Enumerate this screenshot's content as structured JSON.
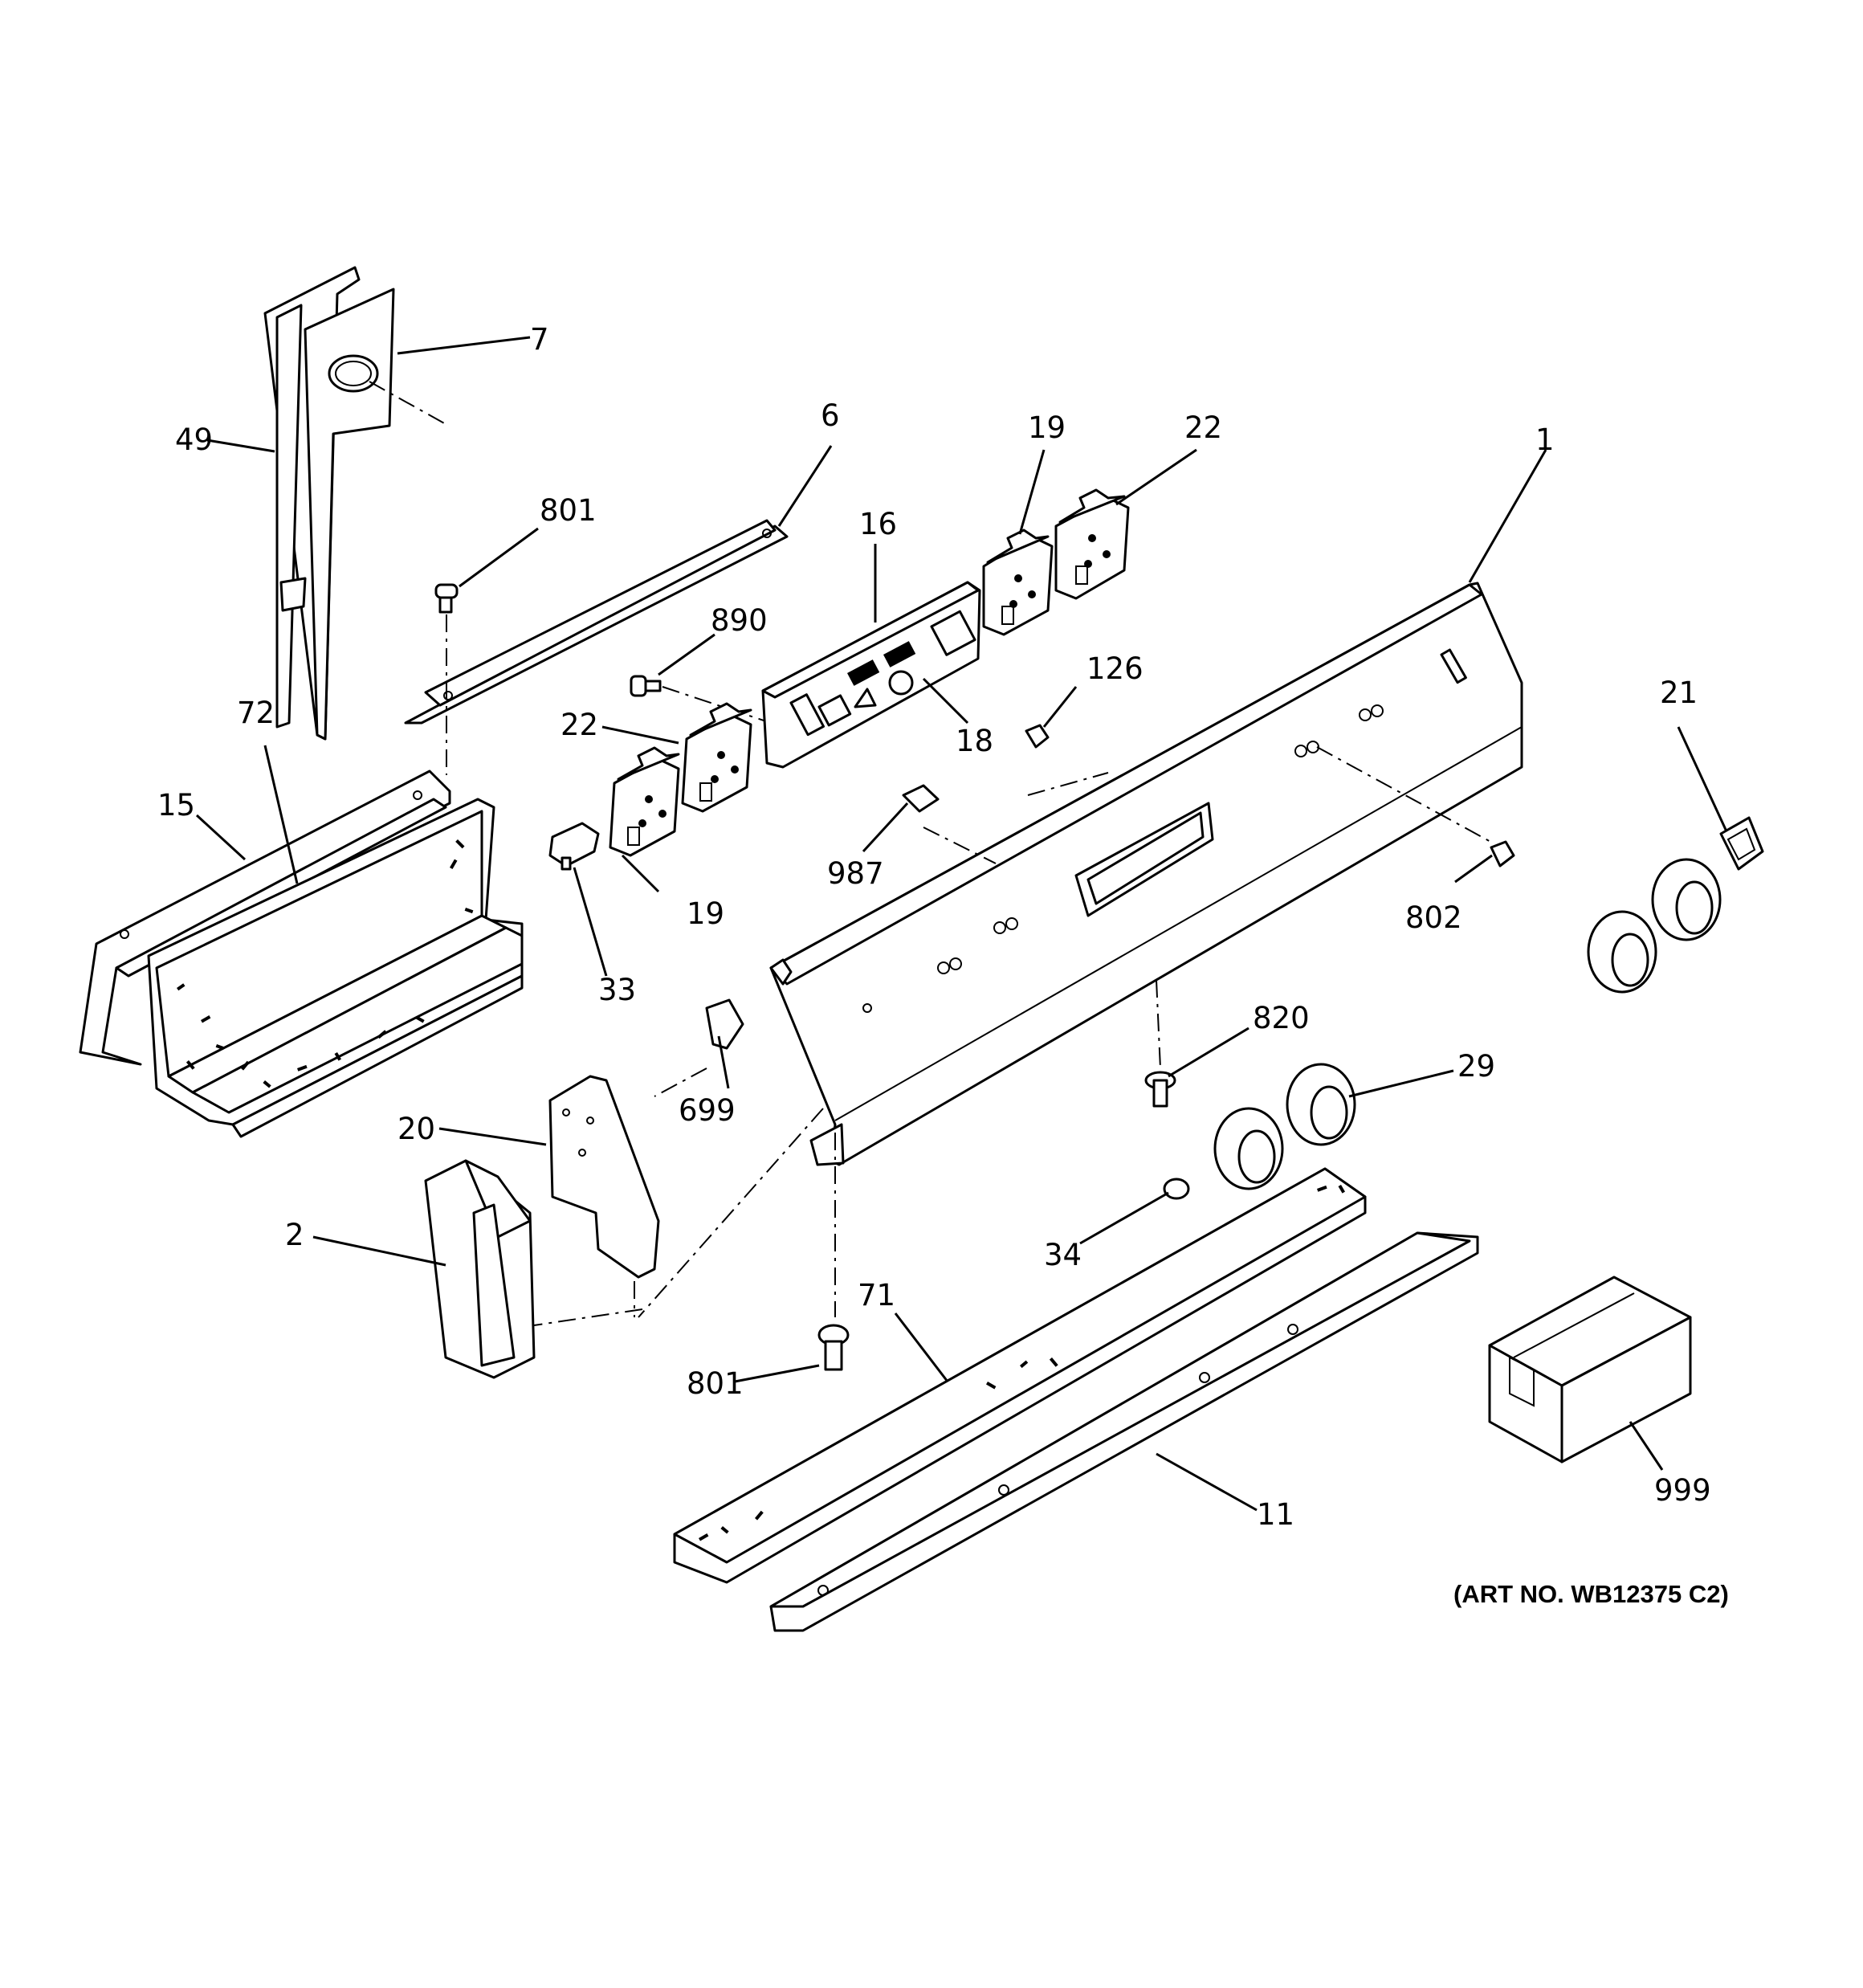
{
  "callouts": {
    "c1": "1",
    "c2": "2",
    "c6": "6",
    "c7": "7",
    "c11": "11",
    "c15": "15",
    "c16": "16",
    "c18": "18",
    "c19a": "19",
    "c19b": "19",
    "c20": "20",
    "c21": "21",
    "c22a": "22",
    "c22b": "22",
    "c29": "29",
    "c33": "33",
    "c34": "34",
    "c49": "49",
    "c71": "71",
    "c72": "72",
    "c126": "126",
    "c699": "699",
    "c801a": "801",
    "c801b": "801",
    "c802": "802",
    "c820": "820",
    "c890": "890",
    "c987": "987",
    "c999": "999"
  },
  "art_number": "(ART NO. WB12375 C2)"
}
